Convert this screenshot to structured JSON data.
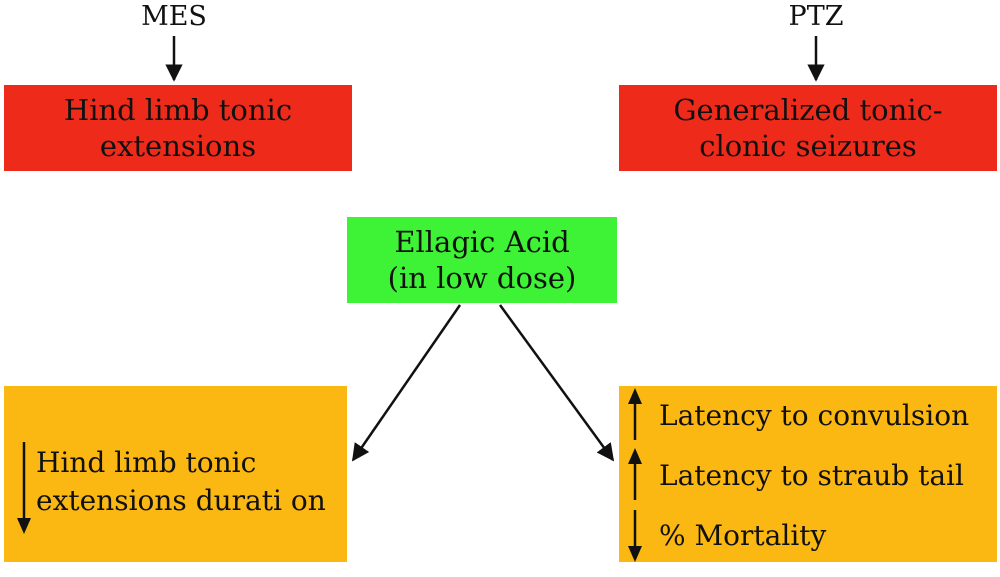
{
  "diagram": {
    "inputs": [
      {
        "id": "mes",
        "label": "MES"
      },
      {
        "id": "ptz",
        "label": "PTZ"
      }
    ],
    "seizure_boxes": [
      {
        "id": "mes_effect",
        "lines": [
          "Hind limb tonic",
          "extensions"
        ]
      },
      {
        "id": "ptz_effect",
        "lines": [
          "Generalized tonic-",
          "clonic seizures"
        ]
      }
    ],
    "treatment": {
      "lines": [
        "Ellagic Acid",
        "(in low dose)"
      ]
    },
    "outcomes": {
      "left": {
        "items": [
          {
            "direction": "down",
            "lines": [
              "Hind limb tonic",
              "extensions durati on"
            ]
          }
        ]
      },
      "right": {
        "items": [
          {
            "direction": "up",
            "text": "Latency to convulsion"
          },
          {
            "direction": "up",
            "text": "Latency to straub tail"
          },
          {
            "direction": "down",
            "text": "% Mortality"
          }
        ]
      }
    },
    "colors": {
      "seizure_box": "#ee2a1b",
      "treatment_box": "#3ef236",
      "outcome_box": "#fbb813",
      "arrow": "#111111"
    }
  }
}
